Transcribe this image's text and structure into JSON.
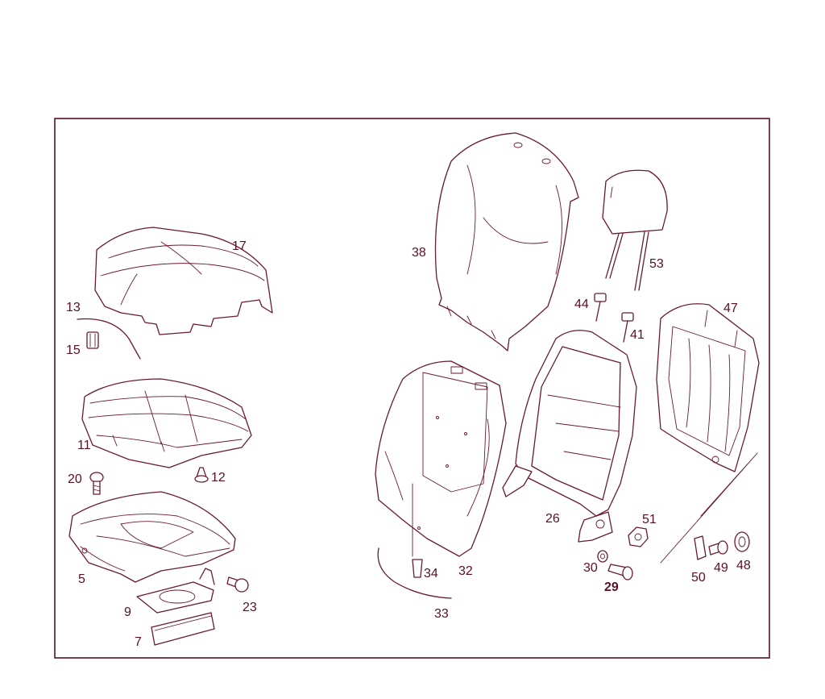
{
  "colors": {
    "line": "#6b1a2e",
    "label": "#5a0f22",
    "background": "#ffffff"
  },
  "parts": {
    "p5": "5",
    "p7": "7",
    "p9": "9",
    "p11": "11",
    "p12": "12",
    "p13": "13",
    "p15": "15",
    "p17": "17",
    "p20": "20",
    "p23": "23",
    "p26": "26",
    "p29": "29",
    "p30": "30",
    "p32": "32",
    "p33": "33",
    "p34": "34",
    "p38": "38",
    "p41": "41",
    "p44": "44",
    "p47": "47",
    "p48": "48",
    "p49": "49",
    "p50": "50",
    "p51": "51",
    "p53": "53"
  }
}
